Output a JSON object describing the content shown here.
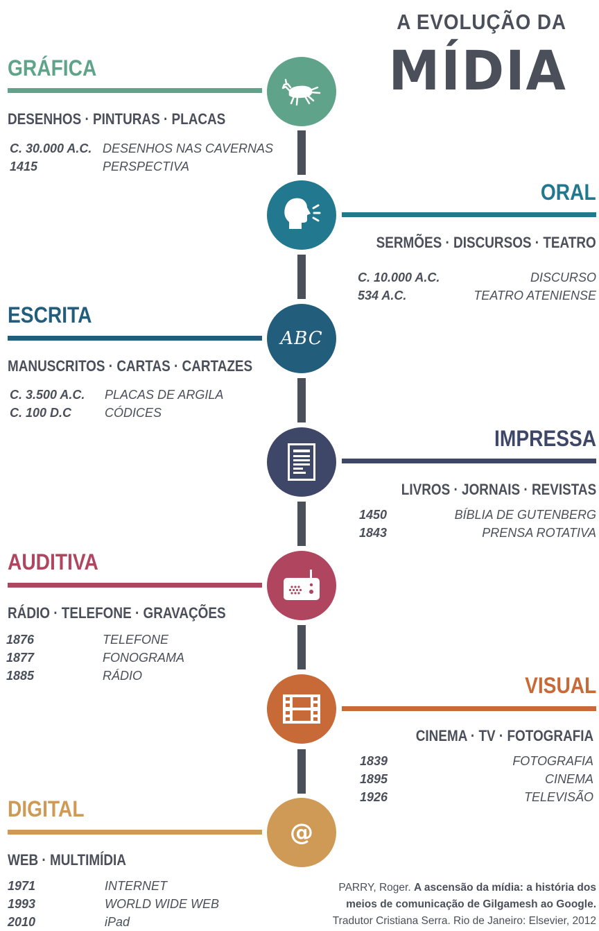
{
  "title": {
    "line1": "A EVOLUÇÃO DA",
    "line2": "MÍDIA"
  },
  "colors": {
    "grafica": "#5fa48a",
    "oral": "#22798f",
    "escrita": "#225e7c",
    "impressa": "#3f4769",
    "auditiva": "#b0455f",
    "visual": "#c86a37",
    "digital": "#cf9a55",
    "spine": "#4a4f5a"
  },
  "sections": [
    {
      "title": "GRÁFICA",
      "subtitle": "DESENHOS · PINTURAS · PLACAS",
      "icon": "horse-drawing-icon",
      "events": [
        {
          "year": "C. 30.000 A.C.",
          "desc": "DESENHOS NAS CAVERNAS"
        },
        {
          "year": "1415",
          "desc": "PERSPECTIVA"
        }
      ]
    },
    {
      "title": "ORAL",
      "subtitle": "SERMÕES · DISCURSOS · TEATRO",
      "icon": "speaking-head-icon",
      "events": [
        {
          "year": "C. 10.000 A.C.",
          "desc": "DISCURSO"
        },
        {
          "year": "534 A.C.",
          "desc": "TEATRO ATENIENSE"
        }
      ]
    },
    {
      "title": "ESCRITA",
      "subtitle": "MANUSCRITOS · CARTAS · CARTAZES",
      "icon": "abc-text-icon",
      "icon_text": "ABC",
      "events": [
        {
          "year": "C. 3.500 A.C.",
          "desc": "PLACAS DE ARGILA"
        },
        {
          "year": "C. 100 D.C",
          "desc": "CÓDICES"
        }
      ]
    },
    {
      "title": "IMPRESSA",
      "subtitle": "LIVROS · JORNAIS · REVISTAS",
      "icon": "document-icon",
      "events": [
        {
          "year": "1450",
          "desc": "BÍBLIA DE GUTENBERG"
        },
        {
          "year": "1843",
          "desc": "PRENSA ROTATIVA"
        }
      ]
    },
    {
      "title": "AUDITIVA",
      "subtitle": "RÁDIO · TELEFONE · GRAVAÇÕES",
      "icon": "radio-icon",
      "events": [
        {
          "year": "1876",
          "desc": "TELEFONE"
        },
        {
          "year": "1877",
          "desc": "FONOGRAMA"
        },
        {
          "year": "1885",
          "desc": "RÁDIO"
        }
      ]
    },
    {
      "title": "VISUAL",
      "subtitle": "CINEMA · TV · FOTOGRAFIA",
      "icon": "film-strip-icon",
      "events": [
        {
          "year": "1839",
          "desc": "FOTOGRAFIA"
        },
        {
          "year": "1895",
          "desc": "CINEMA"
        },
        {
          "year": "1926",
          "desc": "TELEVISÃO"
        }
      ]
    },
    {
      "title": "DIGITAL",
      "subtitle": "WEB · MULTIMÍDIA",
      "icon": "at-sign-icon",
      "icon_text": "@",
      "events": [
        {
          "year": "1971",
          "desc": "INTERNET"
        },
        {
          "year": "1993",
          "desc": "WORLD WIDE WEB"
        },
        {
          "year": "2010",
          "desc": "iPad"
        }
      ]
    }
  ],
  "reference": {
    "author": "PARRY, Roger.",
    "book_title_1": "A ascensão da mídia: a história dos",
    "book_title_2": "meios de comunicação de Gilgamesh ao Google.",
    "publication": "Tradutor Cristiana Serra. Rio de Janeiro: Elsevier, 2012"
  }
}
